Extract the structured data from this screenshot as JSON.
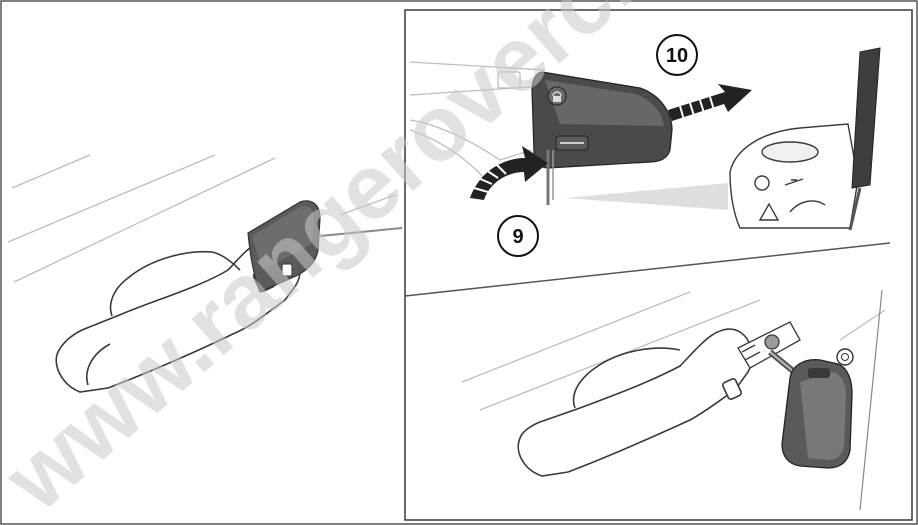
{
  "callouts": {
    "step_a": "10",
    "step_b": "9"
  },
  "watermark": {
    "text": "www.rangerovercl"
  },
  "colors": {
    "line": "#3a3a3a",
    "cover_dark": "#4a4a4a",
    "cover_mid": "#6e6e6e",
    "light_line": "#bdbdbd",
    "frame": "#555555"
  }
}
